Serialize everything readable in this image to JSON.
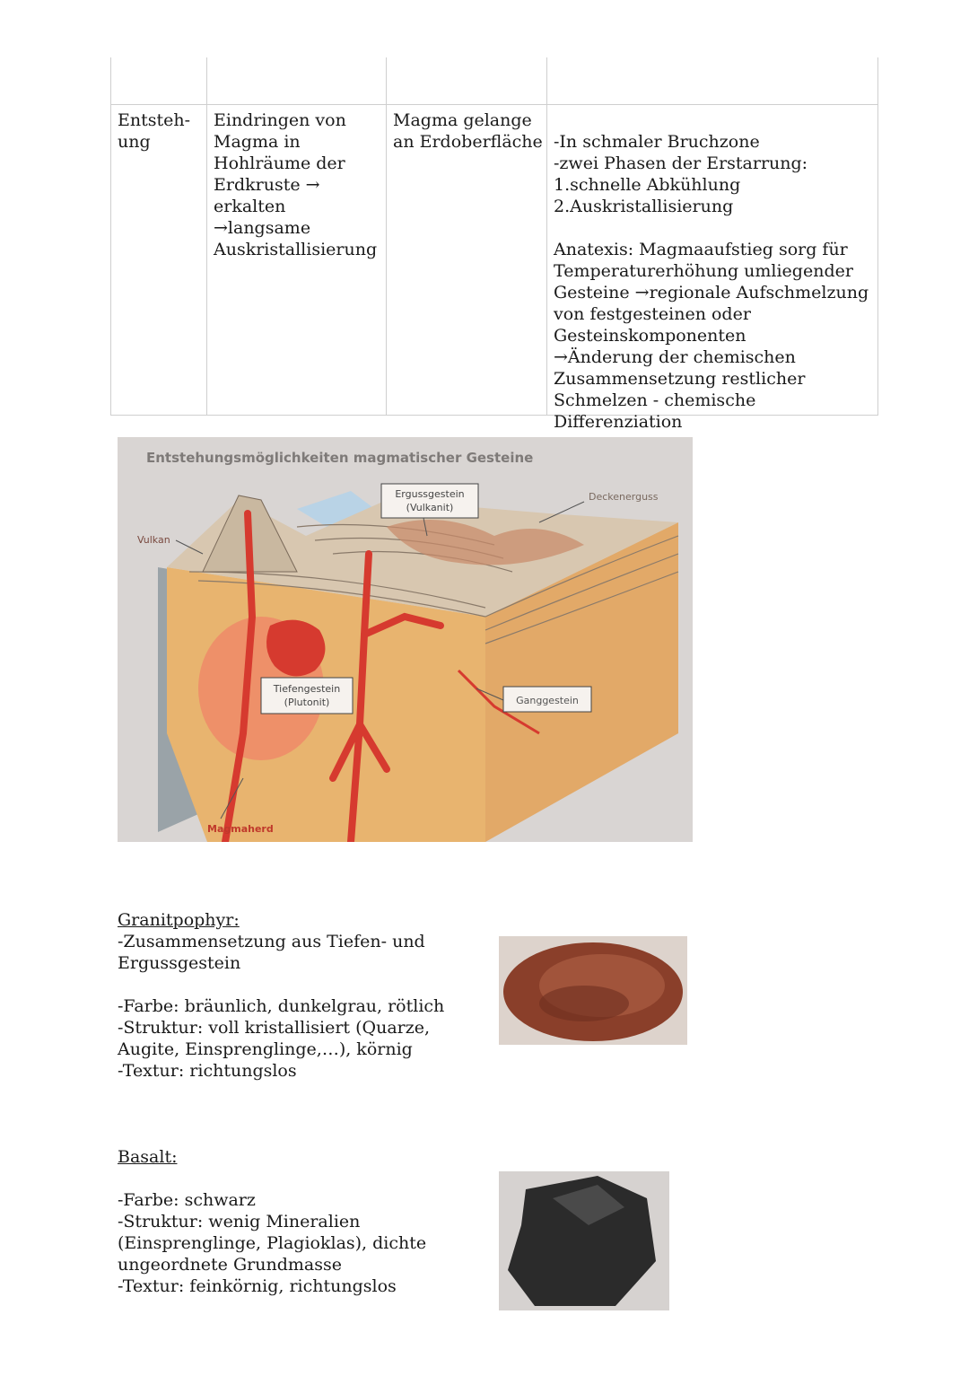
{
  "table": {
    "row_label": "Entsteh-\nung",
    "col1": "Eindringen von\nMagma in\nHohlräume der\nErdkruste →\nerkalten\n→langsame\nAuskristallisierung",
    "col2": "Magma gelange\nan Erdoberfläche",
    "col3_lines": [
      "-In schmaler Bruchzone",
      "-zwei Phasen der Erstarrung:",
      "1.schnelle Abkühlung",
      "2.Auskristallisierung",
      "",
      "Anatexis: Magmaaufstieg sorg für",
      "Temperaturerhöhung umliegender",
      "Gesteine →regionale Aufschmelzung",
      "von festgesteinen oder",
      "Gesteinskomponenten",
      "→Änderung der chemischen",
      "Zusammensetzung restlicher",
      "Schmelzen - chemische",
      "Differenziation"
    ]
  },
  "diagram": {
    "title": "Entstehungsmöglichkeiten magmatischer Gesteine",
    "labels": {
      "vulkan": "Vulkan",
      "erguss": "Ergussgestein",
      "erguss_sub": "(Vulkanit)",
      "decken": "Deckenerguss",
      "tiefen": "Tiefengestein",
      "tiefen_sub": "(Plutonit)",
      "gang": "Ganggestein",
      "magmaherd": "Magmaherd"
    },
    "colors": {
      "background": "#d9d5d3",
      "rock": "#e8b46f",
      "magma": "#d63a2f",
      "top": "#d8c7b0"
    }
  },
  "granit": {
    "title": "Granitpophyr:",
    "lines": [
      "-Zusammensetzung aus Tiefen- und",
      "Ergussgestein",
      "",
      "-Farbe: bräunlich, dunkelgrau, rötlich",
      "-Struktur: voll kristallisiert (Quarze,",
      "Augite, Einsprenglinge,…), körnig",
      "-Textur: richtungslos"
    ]
  },
  "basalt": {
    "title": "Basalt:",
    "lines": [
      "-Farbe: schwarz",
      "-Struktur: wenig Mineralien",
      "(Einsprenglinge, Plagioklas), dichte",
      "ungeordnete Grundmasse",
      "-Textur: feinkörnig, richtungslos"
    ]
  }
}
